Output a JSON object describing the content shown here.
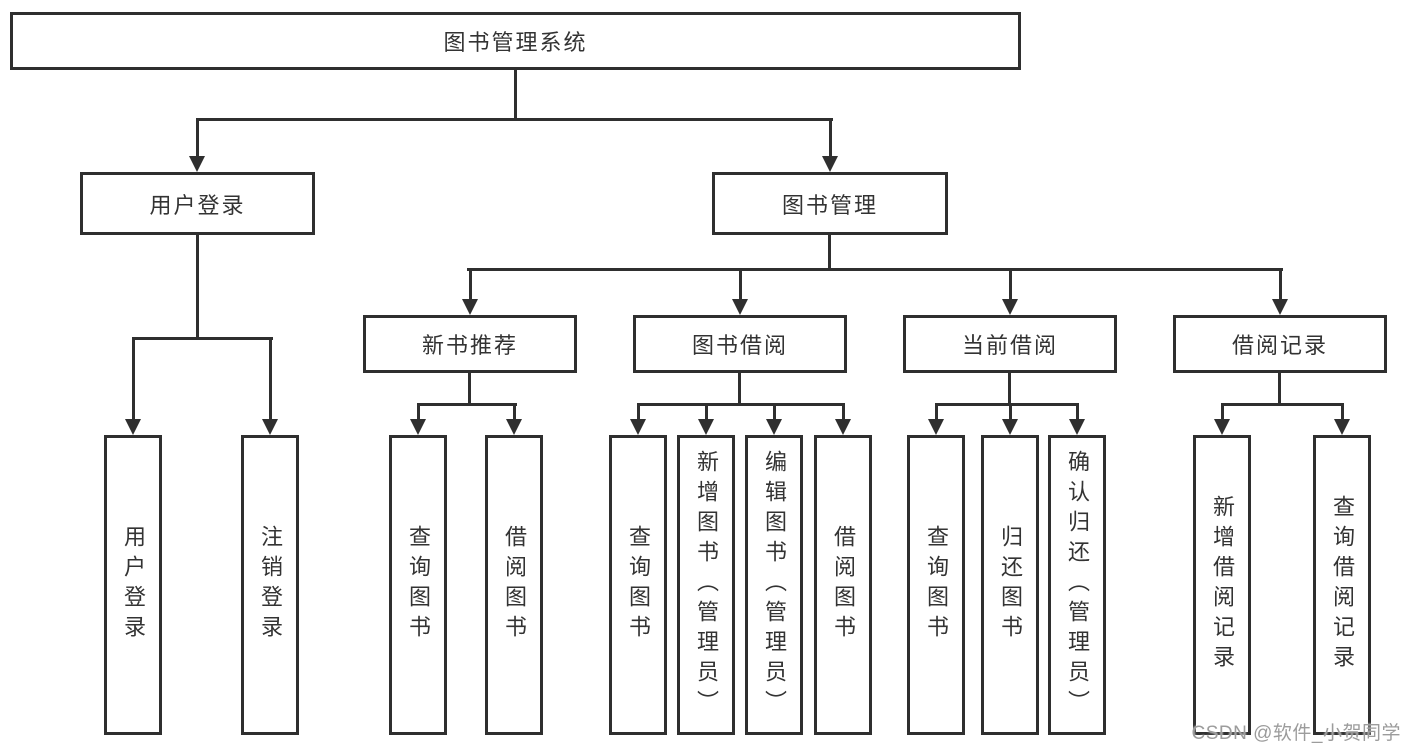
{
  "root_label": "图书管理系统",
  "level2": [
    {
      "label": "用户登录"
    },
    {
      "label": "图书管理"
    }
  ],
  "level3": [
    {
      "label": "新书推荐"
    },
    {
      "label": "图书借阅"
    },
    {
      "label": "当前借阅"
    },
    {
      "label": "借阅记录"
    }
  ],
  "leaves": {
    "user_login": [
      "用户登录",
      "注销登录"
    ],
    "new_book": [
      "查询图书",
      "借阅图书"
    ],
    "borrow": [
      "查询图书",
      "新增图书（管理员）",
      "编辑图书（管理员）",
      "借阅图书"
    ],
    "current": [
      "查询图书",
      "归还图书",
      "确认归还（管理员）"
    ],
    "records": [
      "新增借阅记录",
      "查询借阅记录"
    ]
  },
  "watermark": "CSDN @软件_小贺同学",
  "colors": {
    "line": "#2f2f2f",
    "text": "#333333",
    "box_background": "#ffffff",
    "watermark": "#9c9c9c"
  }
}
